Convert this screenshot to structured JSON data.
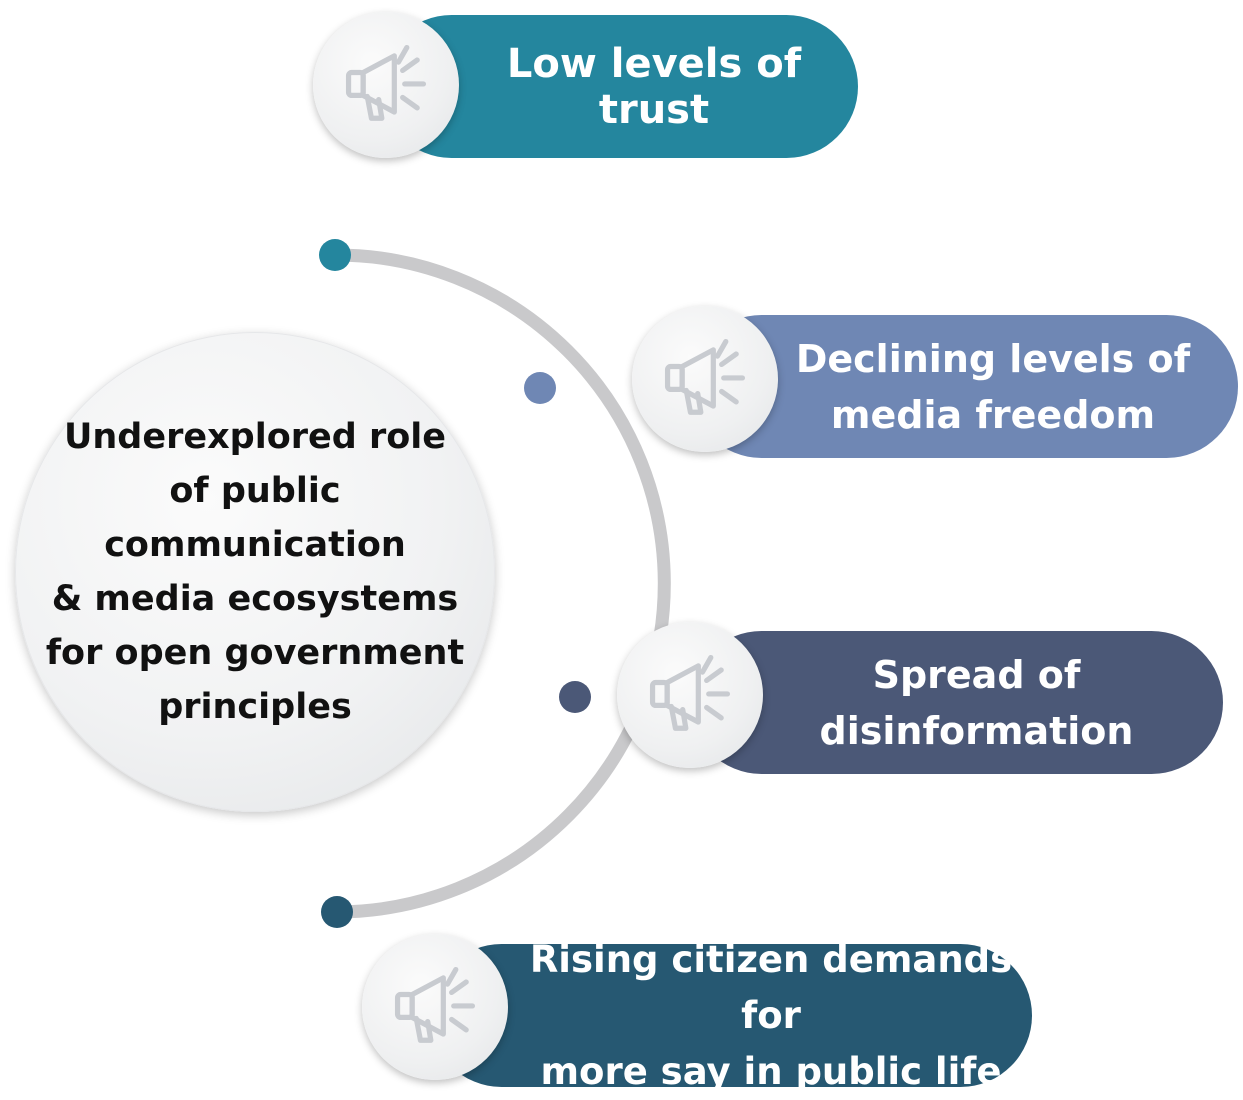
{
  "center": {
    "lines": [
      "Underexplored role",
      "of public",
      "communication",
      "& media ecosystems",
      "for open government",
      "principles"
    ]
  },
  "items": [
    {
      "lines": [
        "Low levels of trust"
      ],
      "color": "#24869e",
      "icon": "megaphone-icon"
    },
    {
      "lines": [
        "Declining levels of",
        "media freedom"
      ],
      "color": "#6f87b4",
      "icon": "megaphone-icon"
    },
    {
      "lines": [
        "Spread of",
        "disinformation"
      ],
      "color": "#4b5877",
      "icon": "megaphone-icon"
    },
    {
      "lines": [
        "Rising citizen demands for",
        "more say in public life"
      ],
      "color": "#265872",
      "icon": "megaphone-icon"
    }
  ],
  "arc": {
    "color": "#c9c9cb",
    "dot_colors": [
      "#24869e",
      "#6f87b4",
      "#4b5877",
      "#265872"
    ]
  }
}
